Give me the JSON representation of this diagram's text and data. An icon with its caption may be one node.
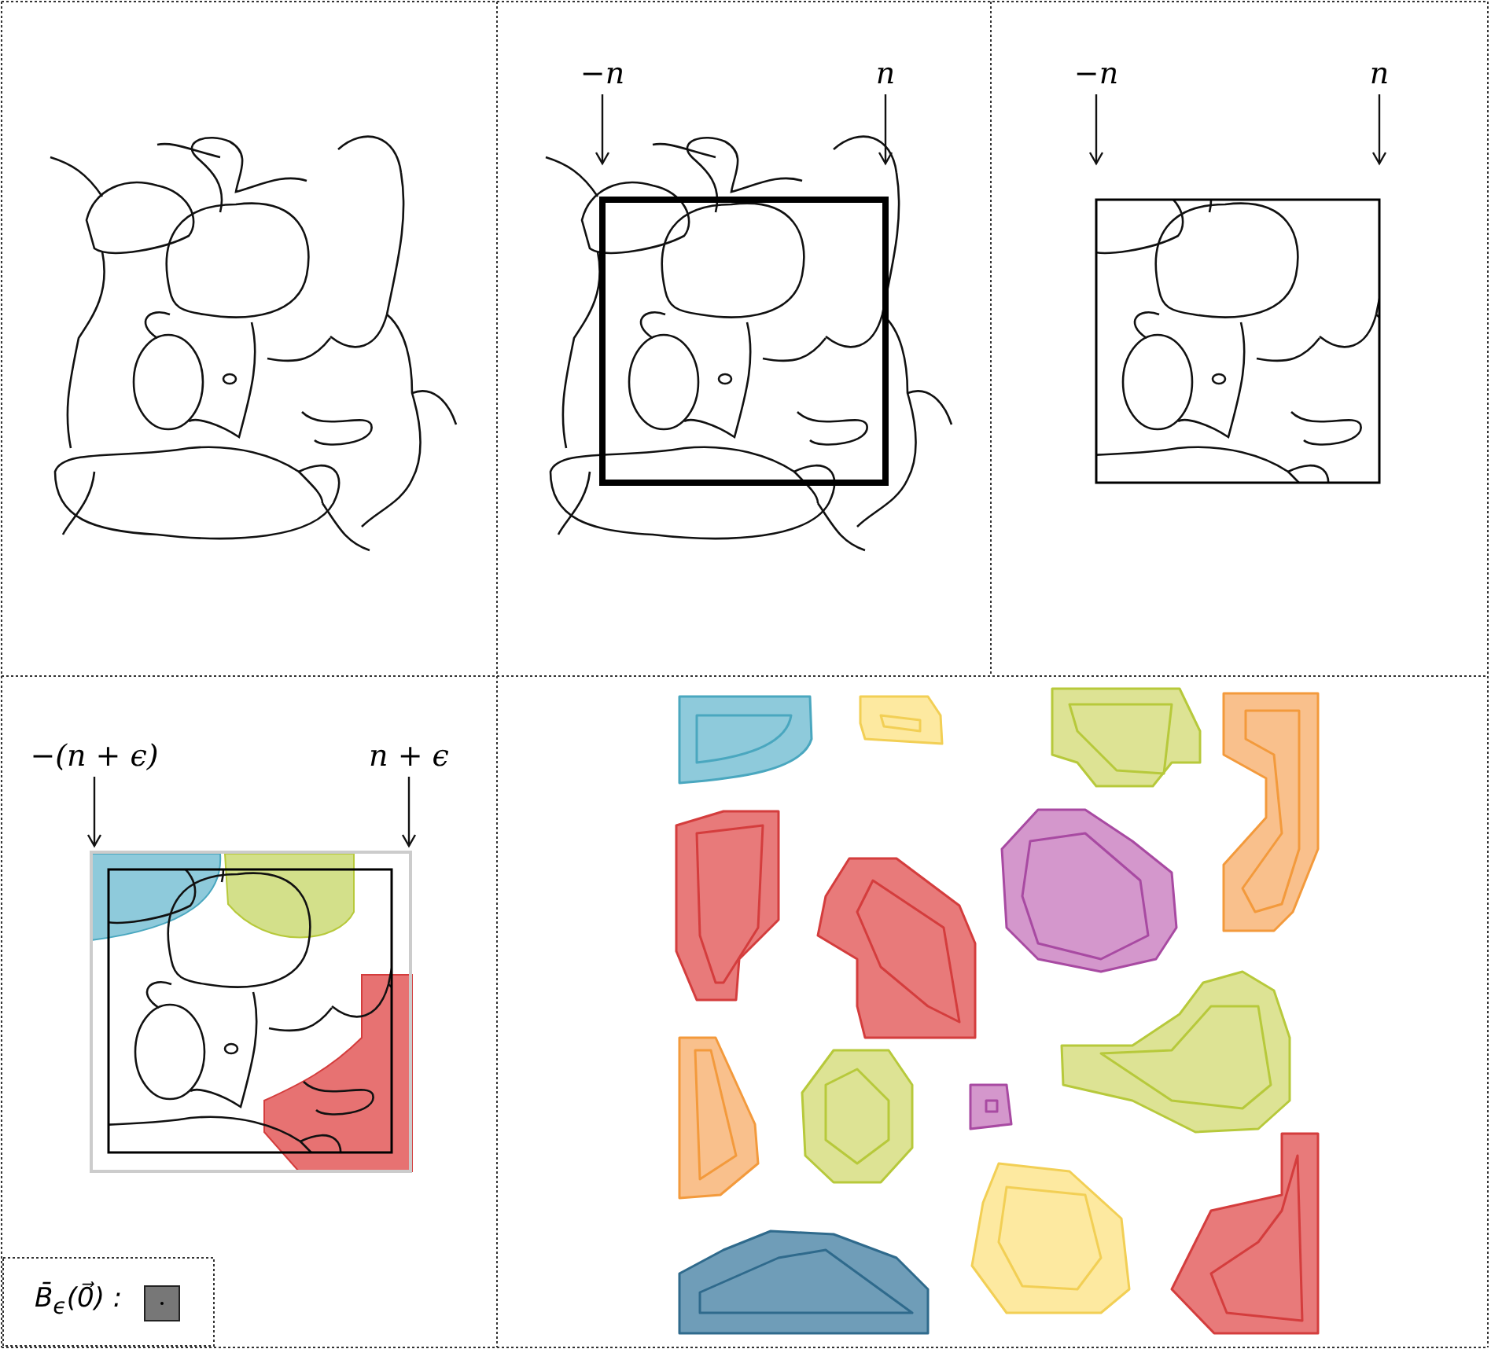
{
  "diagram": {
    "labels": [
      "−n",
      "n",
      "−n",
      "n",
      "−(n + ϵ)",
      "n + ϵ"
    ],
    "legend": [
      {
        "text": "B̄$_{ϵ}$(0⃗) :",
        "color": "#777777"
      }
    ]
  }
}
